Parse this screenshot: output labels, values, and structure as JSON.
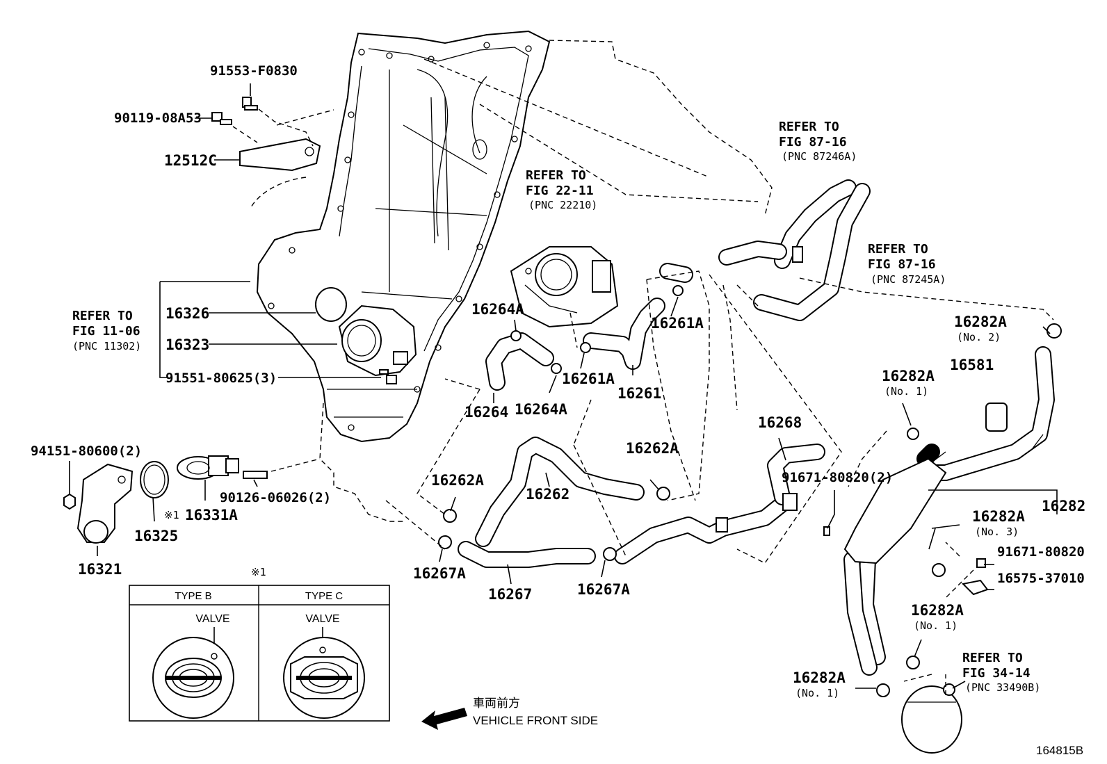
{
  "refs": {
    "fig_11_06": {
      "line1": "REFER TO",
      "line2": "FIG 11-06",
      "pnc": "(PNC 11302)"
    },
    "fig_22_11": {
      "line1": "REFER TO",
      "line2": "FIG 22-11",
      "pnc": "(PNC 22210)"
    },
    "fig_87_16_a": {
      "line1": "REFER TO",
      "line2": "FIG 87-16",
      "pnc": "(PNC 87246A)"
    },
    "fig_87_16_b": {
      "line1": "REFER TO",
      "line2": "FIG 87-16",
      "pnc": "(PNC 87245A)"
    },
    "fig_34_14": {
      "line1": "REFER TO",
      "line2": "FIG 34-14",
      "pnc": "(PNC 33490B)"
    }
  },
  "parts": {
    "p91553": "91553-F0830",
    "p90119": "90119-08A53",
    "p12512C": "12512C",
    "p16326": "16326",
    "p16323": "16323",
    "p91551": "91551-80625(3)",
    "p94151": "94151-80600(2)",
    "p16321": "16321",
    "p16325": "16325",
    "p16331A": "16331A",
    "mark1": "※1",
    "p90126": "90126-06026(2)",
    "p16264A_1": "16264A",
    "p16264": "16264",
    "p16264A_2": "16264A",
    "p16261A_1": "16261A",
    "p16261A_2": "16261A",
    "p16261": "16261",
    "p16262A_1": "16262A",
    "p16262A_2": "16262A",
    "p16262": "16262",
    "p16267A_1": "16267A",
    "p16267": "16267",
    "p16267A_2": "16267A",
    "p16268": "16268",
    "p91671_2": "91671-80820(2)",
    "p16282A_no2": "16282A",
    "no2": "(No. 2)",
    "p16581": "16581",
    "p16282A_no1a": "16282A",
    "no1a": "(No. 1)",
    "p16282": "16282",
    "p16282A_no3": "16282A",
    "no3": "(No. 3)",
    "p91671": "91671-80820",
    "p16575": "16575-37010",
    "p16282A_no1b": "16282A",
    "no1b": "(No. 1)",
    "p16282A_no1c": "16282A",
    "no1c": "(No. 1)"
  },
  "inset": {
    "mark": "※1",
    "type_b": "TYPE B",
    "type_c": "TYPE C",
    "valve_b": "VALVE",
    "valve_c": "VALVE"
  },
  "direction": {
    "jp": "車両前方",
    "en": "VEHICLE FRONT SIDE"
  },
  "figure_id": "164815B"
}
